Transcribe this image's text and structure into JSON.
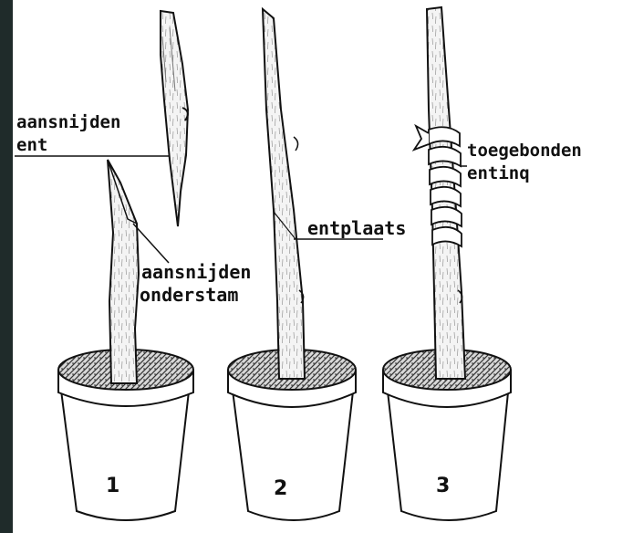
{
  "labels": {
    "aansnijden_ent": [
      "aansnijden",
      "ent"
    ],
    "aansnijden_onderstam": [
      "aansnijden",
      "onderstam"
    ],
    "entplaats": "entplaats",
    "toegebonden_enting": [
      "toegebonden",
      "entinq"
    ]
  },
  "pot_numbers": [
    "1",
    "2",
    "3"
  ],
  "colors": {
    "background": "#ffffff",
    "left_strip": "#1f2b2a",
    "outline": "#111111",
    "soil": "#555555"
  },
  "icons": [
    "scion-cutting",
    "rootstock",
    "plant-pot",
    "grafting-tape"
  ]
}
